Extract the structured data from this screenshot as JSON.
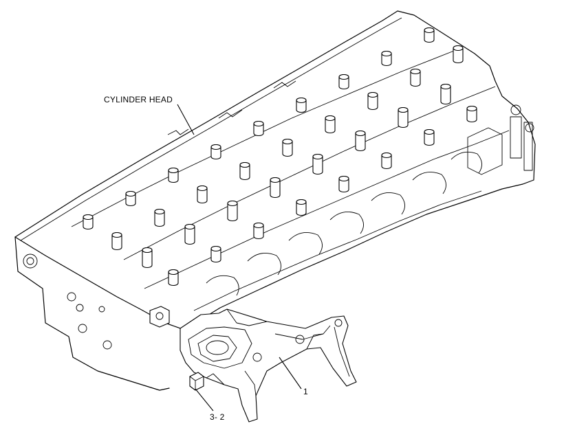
{
  "labels": {
    "part_name": "CYLINDER HEAD",
    "callout_1": "1",
    "callout_3_2": "3- 2"
  }
}
